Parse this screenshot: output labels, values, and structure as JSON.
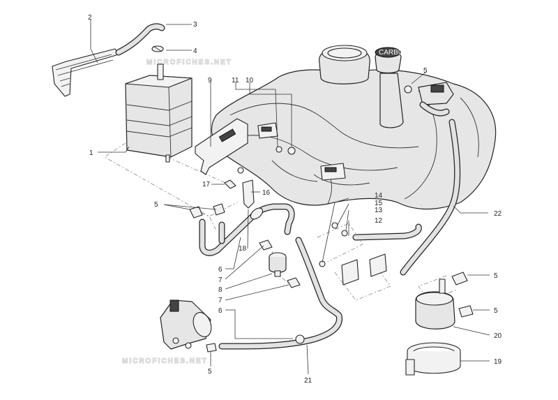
{
  "watermarks": [
    "MICROFICHES.NET",
    "MICROFICHES.NET"
  ],
  "cap_label": "CARBURANT",
  "callouts": [
    {
      "id": "c1",
      "label": "1"
    },
    {
      "id": "c2",
      "label": "2"
    },
    {
      "id": "c3",
      "label": "3"
    },
    {
      "id": "c4",
      "label": "4"
    },
    {
      "id": "c5a",
      "label": "5"
    },
    {
      "id": "c5b",
      "label": "5"
    },
    {
      "id": "c5c",
      "label": "5"
    },
    {
      "id": "c5d",
      "label": "5"
    },
    {
      "id": "c5e",
      "label": "5"
    },
    {
      "id": "c6a",
      "label": "6"
    },
    {
      "id": "c6b",
      "label": "6"
    },
    {
      "id": "c7a",
      "label": "7"
    },
    {
      "id": "c7b",
      "label": "7"
    },
    {
      "id": "c8",
      "label": "8"
    },
    {
      "id": "c9",
      "label": "9"
    },
    {
      "id": "c10",
      "label": "10"
    },
    {
      "id": "c11",
      "label": "11"
    },
    {
      "id": "c12",
      "label": "12"
    },
    {
      "id": "c13",
      "label": "13"
    },
    {
      "id": "c14",
      "label": "14"
    },
    {
      "id": "c15",
      "label": "15"
    },
    {
      "id": "c16",
      "label": "16"
    },
    {
      "id": "c17",
      "label": "17"
    },
    {
      "id": "c18",
      "label": "18"
    },
    {
      "id": "c19",
      "label": "19"
    },
    {
      "id": "c20",
      "label": "20"
    },
    {
      "id": "c21",
      "label": "21"
    },
    {
      "id": "c22",
      "label": "22"
    }
  ]
}
